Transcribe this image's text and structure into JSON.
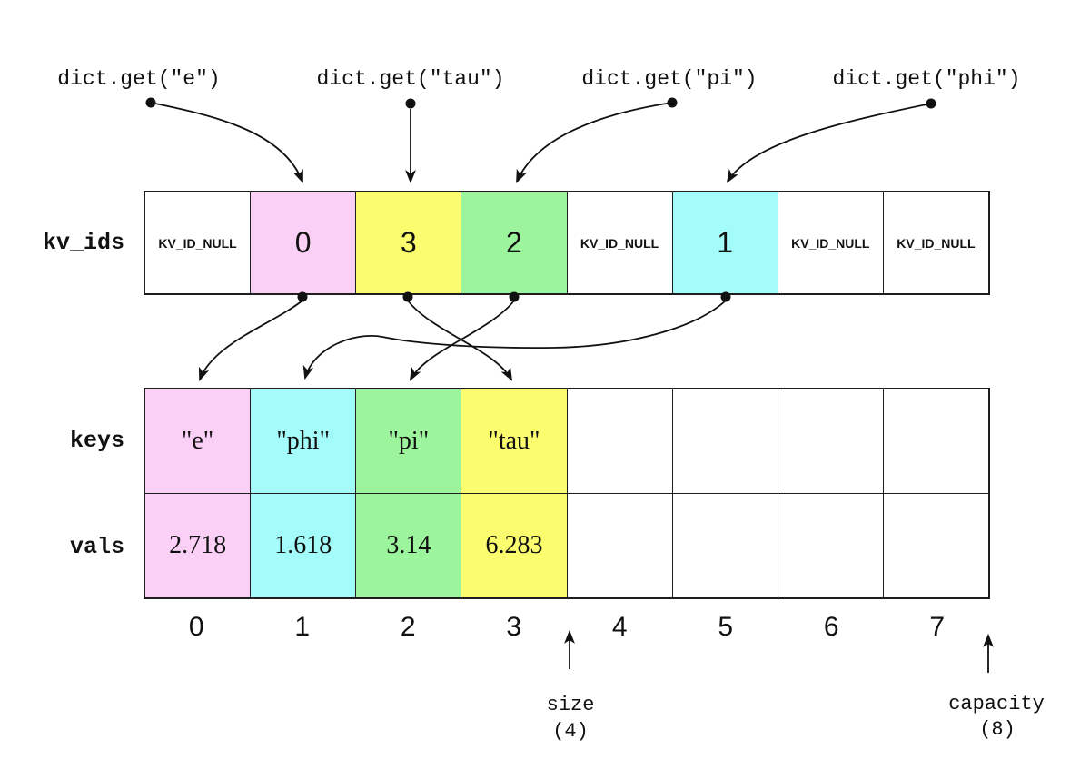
{
  "colors": {
    "pink": "#fbd0f6",
    "yellow": "#fcfc6f",
    "green": "#9cf49c",
    "cyan": "#a3fbfa",
    "white": "#ffffff",
    "line": "#111111"
  },
  "queries": [
    {
      "label": "dict.get(\"e\")"
    },
    {
      "label": "dict.get(\"tau\")"
    },
    {
      "label": "dict.get(\"pi\")"
    },
    {
      "label": "dict.get(\"phi\")"
    }
  ],
  "arrays": {
    "kv_ids": {
      "label": "kv_ids",
      "cells": [
        {
          "text": "KV_ID_NULL",
          "color": "white"
        },
        {
          "text": "0",
          "color": "pink"
        },
        {
          "text": "3",
          "color": "yellow"
        },
        {
          "text": "2",
          "color": "green"
        },
        {
          "text": "KV_ID_NULL",
          "color": "white"
        },
        {
          "text": "1",
          "color": "cyan"
        },
        {
          "text": "KV_ID_NULL",
          "color": "white"
        },
        {
          "text": "KV_ID_NULL",
          "color": "white"
        }
      ]
    },
    "keys": {
      "label": "keys",
      "cells": [
        {
          "text": "\"e\"",
          "color": "pink"
        },
        {
          "text": "\"phi\"",
          "color": "cyan"
        },
        {
          "text": "\"pi\"",
          "color": "green"
        },
        {
          "text": "\"tau\"",
          "color": "yellow"
        },
        {
          "text": "",
          "color": "white"
        },
        {
          "text": "",
          "color": "white"
        },
        {
          "text": "",
          "color": "white"
        },
        {
          "text": "",
          "color": "white"
        }
      ]
    },
    "vals": {
      "label": "vals",
      "cells": [
        {
          "text": "2.718",
          "color": "pink"
        },
        {
          "text": "1.618",
          "color": "cyan"
        },
        {
          "text": "3.14",
          "color": "green"
        },
        {
          "text": "6.283",
          "color": "yellow"
        },
        {
          "text": "",
          "color": "white"
        },
        {
          "text": "",
          "color": "white"
        },
        {
          "text": "",
          "color": "white"
        },
        {
          "text": "",
          "color": "white"
        }
      ]
    }
  },
  "indices": [
    "0",
    "1",
    "2",
    "3",
    "4",
    "5",
    "6",
    "7"
  ],
  "size": {
    "label": "size",
    "value": "(4)"
  },
  "capacity": {
    "label": "capacity",
    "value": "(8)"
  },
  "arrows": {
    "query_to_kv_ids": [
      {
        "query": "dict.get(\"e\")",
        "kv_ids_slot": 1
      },
      {
        "query": "dict.get(\"tau\")",
        "kv_ids_slot": 2
      },
      {
        "query": "dict.get(\"pi\")",
        "kv_ids_slot": 3
      },
      {
        "query": "dict.get(\"phi\")",
        "kv_ids_slot": 5
      }
    ],
    "kv_ids_to_entry": [
      {
        "kv_ids_slot": 1,
        "entry_index": 0
      },
      {
        "kv_ids_slot": 2,
        "entry_index": 3
      },
      {
        "kv_ids_slot": 3,
        "entry_index": 2
      },
      {
        "kv_ids_slot": 5,
        "entry_index": 1
      }
    ]
  }
}
